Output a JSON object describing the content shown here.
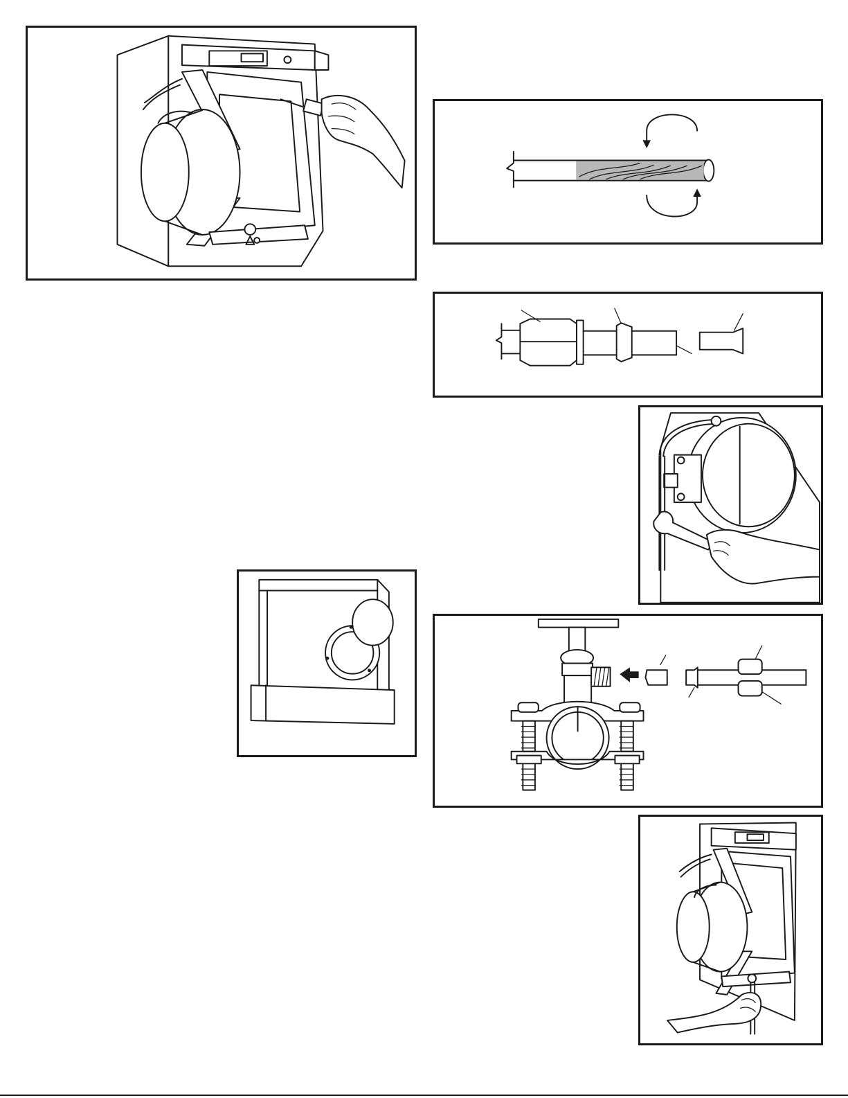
{
  "page": {
    "panels": [
      {
        "id": "cabinet-screw",
        "icon": "cabinet-screwdriver-illustration"
      },
      {
        "id": "tube-clean",
        "icon": "tube-cleaning-illustration"
      },
      {
        "id": "compression-fit",
        "icon": "compression-fitting-illustration"
      },
      {
        "id": "valve-wrench",
        "icon": "valve-wrench-illustration"
      },
      {
        "id": "duct-box",
        "icon": "duct-box-illustration"
      },
      {
        "id": "saddle-valve",
        "icon": "saddle-valve-illustration"
      },
      {
        "id": "water-hookup",
        "icon": "water-line-hookup-illustration"
      }
    ],
    "colors": {
      "ink": "#1a1a1a",
      "paper": "#ffffff",
      "shading": "#b8b8b8"
    }
  }
}
